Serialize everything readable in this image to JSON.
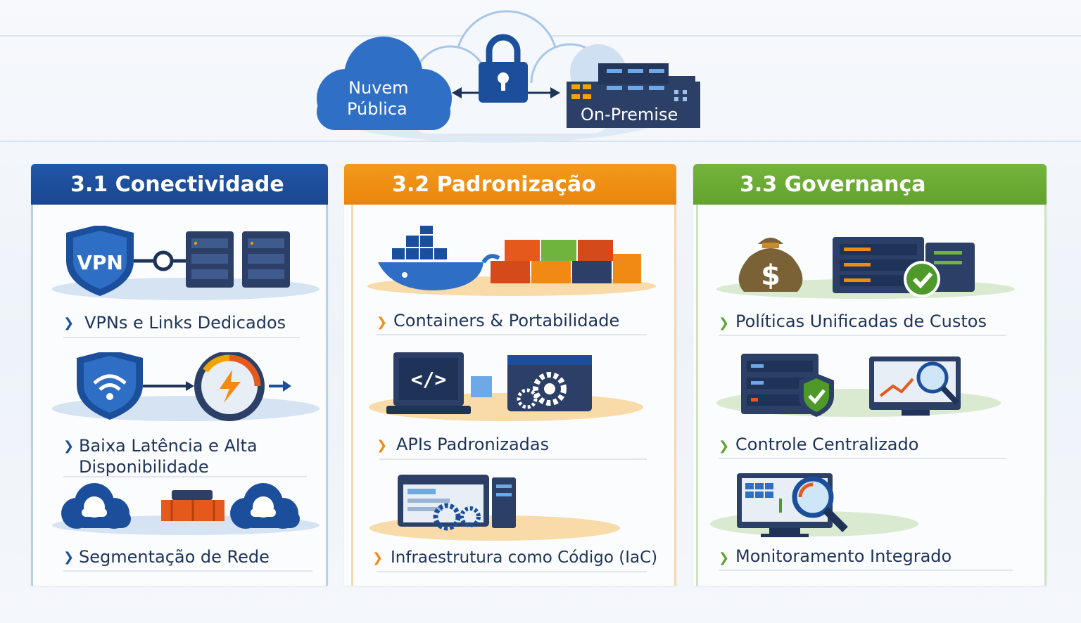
{
  "hero": {
    "cloud_label_line1": "Nuvem",
    "cloud_label_line2": "Pública",
    "onprem_label": "On-Premise",
    "icons": [
      "cloud-icon",
      "lock-icon",
      "double-arrow-icon",
      "building-icon"
    ]
  },
  "colors": {
    "blue": "#1b4f9c",
    "orange": "#ef8c12",
    "green": "#69aa36",
    "text": "#1e3357"
  },
  "columns": [
    {
      "title": "3.1 Conectividade",
      "items": [
        {
          "label": "VPNs e Links Dedicados",
          "icon": "vpn-shield-server-icon"
        },
        {
          "label_line1": "Baixa Latência e Alta",
          "label_line2": "Disponibilidade",
          "icon": "wifi-shield-speedometer-icon"
        },
        {
          "label": "Segmentação de Rede",
          "icon": "cloud-segmentation-icon"
        }
      ]
    },
    {
      "title": "3.2 Padronização",
      "items": [
        {
          "label": "Containers & Portabilidade",
          "icon": "docker-containers-icon"
        },
        {
          "label": "APIs Padronizadas",
          "icon": "code-gears-icon"
        },
        {
          "label": "Infraestrutura como Código (IaC)",
          "icon": "browser-gears-server-icon"
        }
      ]
    },
    {
      "title": "3.3 Governança",
      "items": [
        {
          "label": "Políticas Unificadas de Custos",
          "icon": "money-bag-server-check-icon"
        },
        {
          "label": "Controle Centralizado",
          "icon": "server-shield-dashboard-icon"
        },
        {
          "label": "Monitoramento Integrado",
          "icon": "monitor-magnifier-icon"
        }
      ]
    }
  ]
}
